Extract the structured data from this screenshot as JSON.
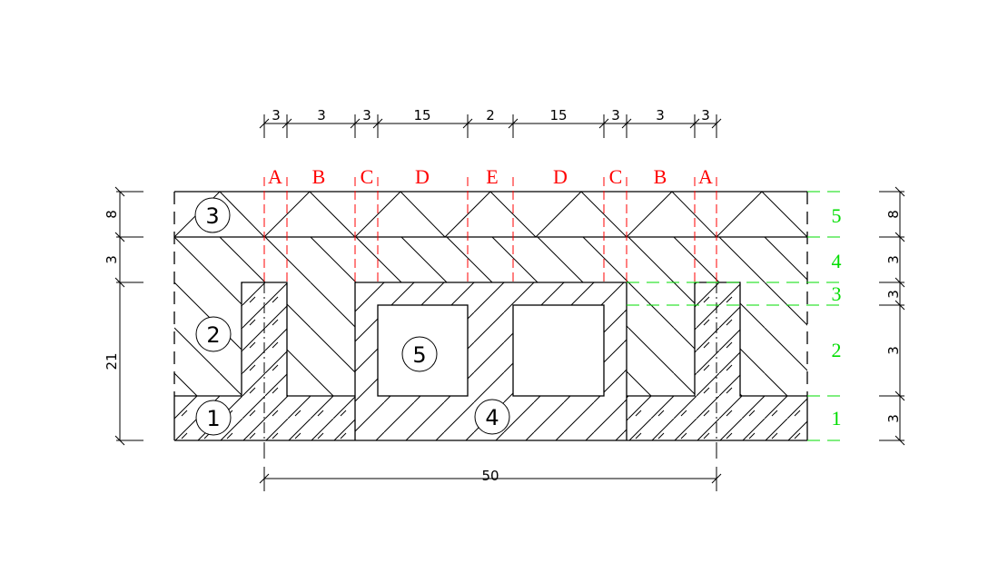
{
  "drawing": {
    "top_dimensions": [
      "3",
      "3",
      "3",
      "15",
      "2",
      "15",
      "3",
      "3",
      "3"
    ],
    "zone_labels": [
      "A",
      "B",
      "C",
      "D",
      "E",
      "D",
      "C",
      "B",
      "A"
    ],
    "left_dimensions": [
      "8",
      "3",
      "21"
    ],
    "right_dimensions": [
      "8",
      "3",
      "3",
      "3",
      "3"
    ],
    "layer_labels": [
      "5",
      "4",
      "3",
      "2",
      "1"
    ],
    "bottom_dimension": "50",
    "part_markers": [
      "1",
      "2",
      "3",
      "4",
      "5"
    ],
    "colors": {
      "outline": "#000000",
      "zone_lines": "#ff0000",
      "layer_lines": "#00dd00",
      "background": "#ffffff"
    }
  }
}
